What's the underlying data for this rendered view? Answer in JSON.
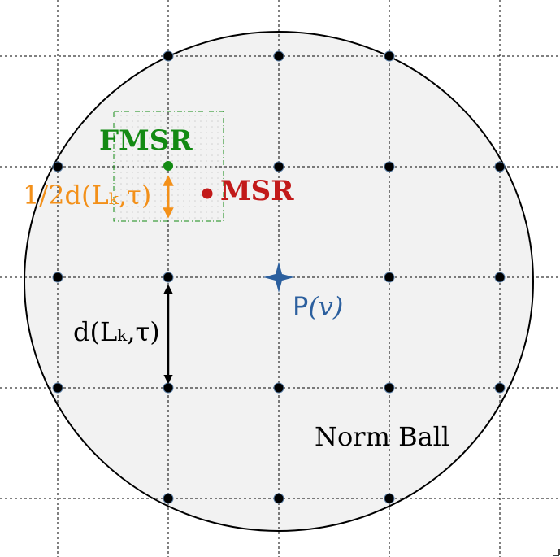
{
  "labels": {
    "fmsr": "FMSR",
    "msr": "MSR",
    "half_distance": "1/2d(L",
    "half_distance_sub": "k",
    "half_distance_tail": ",τ)",
    "distance": "d(L",
    "distance_sub": "k",
    "distance_tail": ",τ)",
    "projection_p": "P",
    "projection_arg": "(v)",
    "norm_ball": "Norm Ball"
  },
  "colors": {
    "fmsr": "#138a13",
    "msr": "#c21a1a",
    "half_distance": "#f39019",
    "projection": "#2b5f9e",
    "ball_fill": "#f2f2f2",
    "grid": "#000000"
  }
}
